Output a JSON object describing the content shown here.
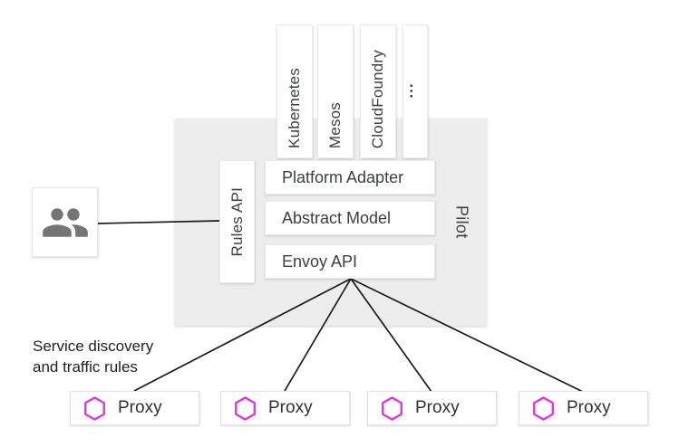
{
  "colors": {
    "accent_magenta": "#DB36DB",
    "container_gray": "#EDEDED",
    "icon_gray": "#757575",
    "line_color": "#1A1A1A"
  },
  "pilot": {
    "label": "Pilot",
    "rules_api_label": "Rules API",
    "layers": [
      {
        "label": "Platform Adapter"
      },
      {
        "label": "Abstract Model"
      },
      {
        "label": "Envoy API"
      }
    ]
  },
  "platforms": [
    {
      "label": "Kubernetes"
    },
    {
      "label": "Mesos"
    },
    {
      "label": "CloudFoundry"
    },
    {
      "label": "..."
    }
  ],
  "annotation": {
    "line1": "Service discovery",
    "line2": "and traffic rules"
  },
  "proxies": [
    {
      "label": "Proxy"
    },
    {
      "label": "Proxy"
    },
    {
      "label": "Proxy"
    },
    {
      "label": "Proxy"
    }
  ]
}
